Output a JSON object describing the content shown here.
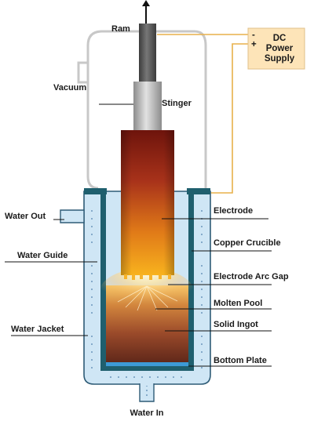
{
  "diagram": {
    "labels": {
      "ram": "Ram",
      "vacuum": "Vacuum",
      "stinger": "Stinger",
      "electrode": "Electrode",
      "copper_crucible": "Copper Crucible",
      "electrode_arc_gap": "Electrode Arc Gap",
      "molten_pool": "Molten Pool",
      "solid_ingot": "Solid Ingot",
      "bottom_plate": "Bottom Plate",
      "water_out": "Water Out",
      "water_guide": "Water Guide",
      "water_jacket": "Water Jacket",
      "water_in": "Water In"
    },
    "power_supply": {
      "line1": "DC",
      "line2": "Power",
      "line3": "Supply",
      "minus": "-",
      "plus": "+"
    },
    "colors": {
      "water": "#cfe6f5",
      "crucible_wall": "#1f5f6e",
      "power_box": "#fde4b8",
      "wire": "#e8b04a",
      "vacuum_line": "#c8c8c8",
      "ram": "#555555",
      "stinger": "#b9b9b9",
      "electrode_top": "#7a1a10",
      "electrode_bottom": "#f6a51a"
    }
  }
}
